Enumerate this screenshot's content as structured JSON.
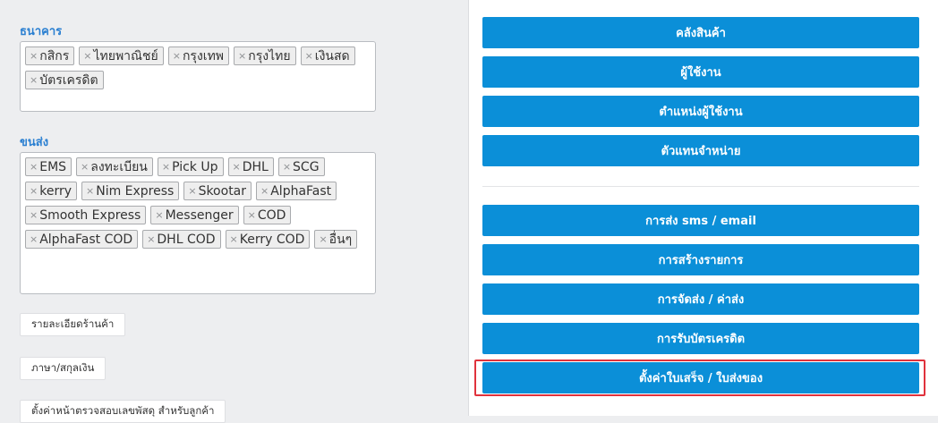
{
  "bank": {
    "label": "ธนาคาร",
    "tags": [
      "กสิกร",
      "ไทยพาณิชย์",
      "กรุงเทพ",
      "กรุงไทย",
      "เงินสด",
      "บัตรเครดิต"
    ]
  },
  "shipping": {
    "label": "ขนส่ง",
    "tags": [
      "EMS",
      "ลงทะเบียน",
      "Pick Up",
      "DHL",
      "SCG",
      "kerry",
      "Nim Express",
      "Skootar",
      "AlphaFast",
      "Smooth Express",
      "Messenger",
      "COD",
      "AlphaFast COD",
      "DHL COD",
      "Kerry COD",
      "อื่นๆ"
    ]
  },
  "tag_remove_symbol": "×",
  "left_buttons": {
    "shop_details": "รายละเอียดร้านค้า",
    "language_currency": "ภาษา/สกุลเงิน",
    "tracking_page": "ตั้งค่าหน้าตรวจสอบเลขพัสดุ สำหรับลูกค้า"
  },
  "nav": {
    "warehouse": "คลังสินค้า",
    "users": "ผู้ใช้งาน",
    "user_positions": "ตำแหน่งผู้ใช้งาน",
    "dealers": "ตัวแทนจำหน่าย",
    "sms_email": "การส่ง sms / email",
    "create_list": "การสร้างรายการ",
    "delivery_fee": "การจัดส่ง / ค่าส่ง",
    "credit_card": "การรับบัตรเครดิต",
    "receipt_settings": "ตั้งค่าใบเสร็จ / ใบส่งของ"
  },
  "colors": {
    "primary_button": "#0b8fd8",
    "section_label": "#2a7fd1",
    "highlight": "#e0323c"
  }
}
